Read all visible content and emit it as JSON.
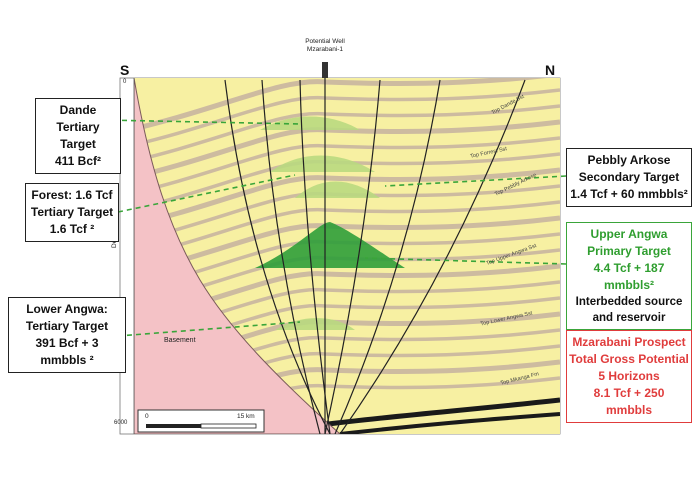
{
  "well": {
    "line1": "Potential Well",
    "line2": "Mzarabani-1"
  },
  "compass": {
    "south": "S",
    "north": "N"
  },
  "depth_axis": {
    "label": "Depth (m)",
    "top": "0",
    "bottom": "6000"
  },
  "basement_label": "Basement",
  "scale": {
    "start": "0",
    "end": "15 km"
  },
  "horizons": [
    "Top Dande Sst",
    "Top Forrest Sst",
    "Top Pebbly Arkose",
    "Top Upper Angwa Sst",
    "Top Lower Angwa Sst",
    "Top Mkanga Fm"
  ],
  "boxes": {
    "dande": {
      "lines": [
        "Dande",
        "Tertiary Target",
        "411 Bcf²"
      ]
    },
    "forest": {
      "lines": [
        "Forest: 1.6 Tcf",
        "Tertiary Target",
        "1.6 Tcf ²"
      ]
    },
    "lower_angwa": {
      "lines": [
        "Lower Angwa:",
        "Tertiary Target",
        "391 Bcf + 3 mmbbls ²"
      ]
    },
    "pebbly": {
      "lines": [
        "Pebbly Arkose",
        "Secondary Target",
        "1.4 Tcf + 60 mmbbls²"
      ]
    },
    "upper_angwa": {
      "lines": [
        "Upper Angwa",
        "Primary Target",
        "4.4 Tcf + 187 mmbbls²"
      ],
      "sub": [
        "Interbedded source",
        "and reservoir"
      ]
    },
    "prospect": {
      "lines": [
        "Mzarabani Prospect",
        "Total Gross Potential",
        "5 Horizons",
        "8.1 Tcf + 250 mmbbls"
      ]
    }
  },
  "colors": {
    "yellow": "#f7f0a2",
    "tan": "#cdbba0",
    "basement": "#f4c2c6",
    "target": "#b9d97f",
    "primary": "#2f9e3a",
    "dash": "#3aa53a",
    "red": "#e03c3c"
  }
}
